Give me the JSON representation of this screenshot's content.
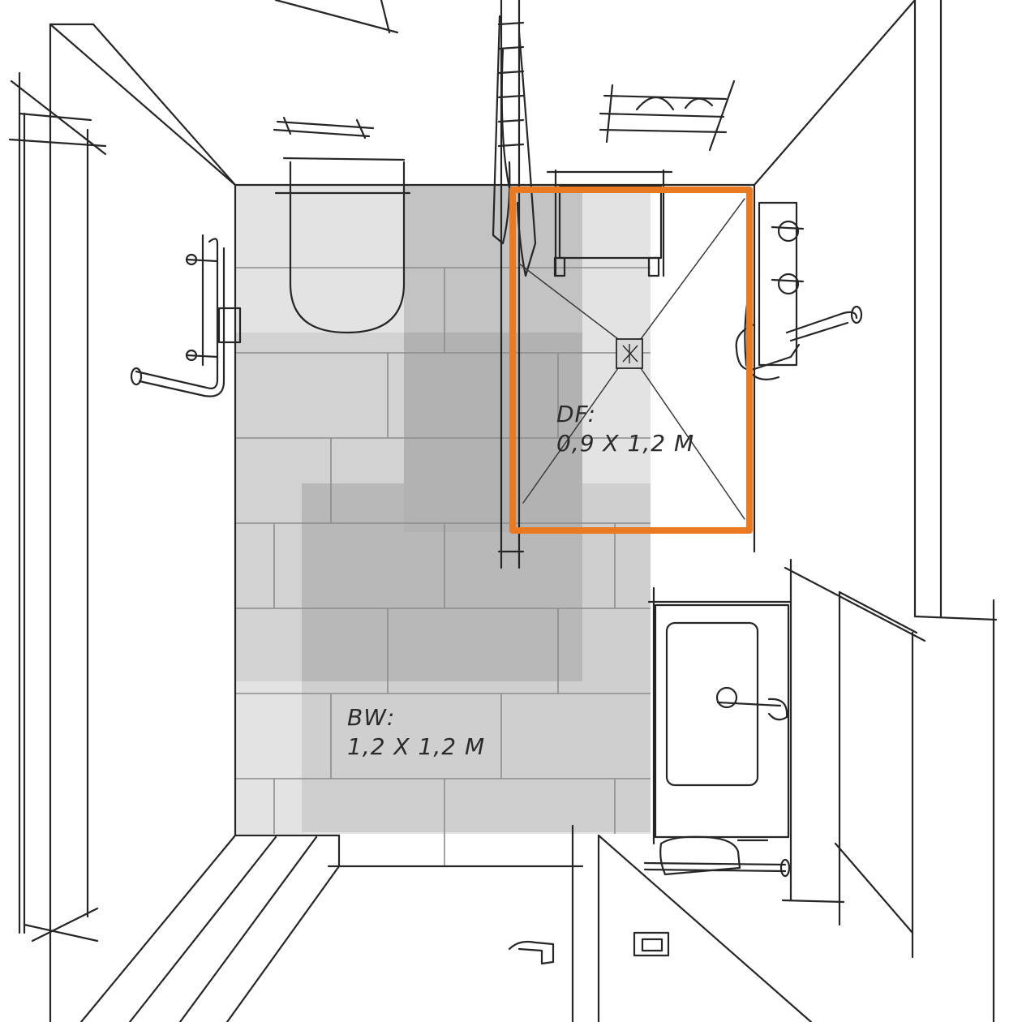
{
  "labels": {
    "df_title": "DF:",
    "df_dims": "0,9 X 1,2 M",
    "bw_title": "BW:",
    "bw_dims": "1,2 X 1,2 M"
  },
  "colors": {
    "shower_outline": "#ea7a22",
    "zone_light": "#dcdcdc",
    "zone_dark": "#c4c4c4",
    "ink": "#262626"
  }
}
